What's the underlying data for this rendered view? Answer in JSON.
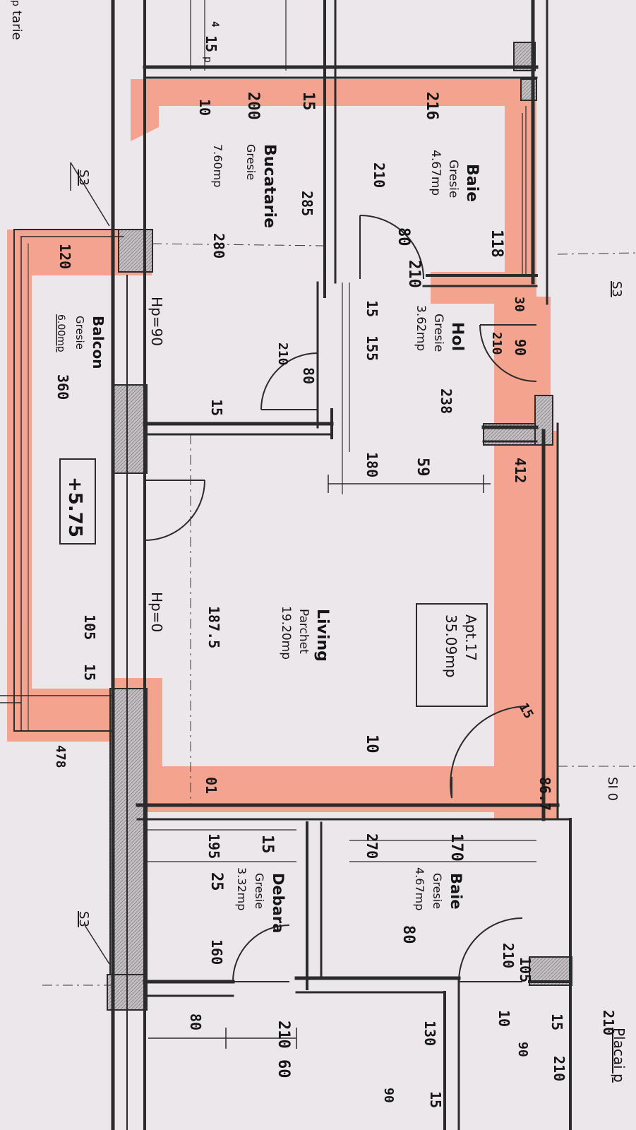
{
  "palette": {
    "paper": "#ece7ea",
    "wall": "#2b2b2b",
    "wall_fill": "#b9b5b8",
    "highlight": "#f49a82",
    "ink": "#151515"
  },
  "plan": {
    "apartment": {
      "name": "Apt.17",
      "area": "35.09mp"
    },
    "level": "+5.75",
    "sections": [
      "S3",
      "S3",
      "S3"
    ],
    "edge_labels": [
      "tarie",
      "p",
      "p",
      "SI 0",
      "Placai p"
    ],
    "rooms": [
      {
        "id": "baie",
        "name": "Baie",
        "finish": "Gresie",
        "area": "4.67mp"
      },
      {
        "id": "bucatarie",
        "name": "Bucatarie",
        "finish": "Gresie",
        "area": "7.60mp"
      },
      {
        "id": "hol",
        "name": "Hol",
        "finish": "Gresie",
        "area": "3.62mp"
      },
      {
        "id": "balcon",
        "name": "Balcon",
        "finish": "Gresie",
        "area": "6.00mp"
      },
      {
        "id": "living",
        "name": "Living",
        "finish": "Parchet",
        "area": "19.20mp"
      },
      {
        "id": "debara",
        "name": "Debara",
        "finish": "Gresie",
        "area": "3.32mp"
      },
      {
        "id": "baie2",
        "name": "Baie",
        "finish": "Gresie",
        "area": "4.67mp"
      }
    ],
    "heights": [
      "Hp=90",
      "Hp=0"
    ],
    "dimensions": [
      "15",
      "200",
      "15",
      "216",
      "10",
      "285",
      "210",
      "118",
      "80",
      "210",
      "120",
      "280",
      "210",
      "80",
      "15",
      "155",
      "238",
      "30",
      "90",
      "210",
      "360",
      "15",
      "180",
      "59",
      "412",
      "187.5",
      "105",
      "15",
      "478",
      "10",
      "01",
      "86.7",
      "15",
      "195",
      "15",
      "270",
      "170",
      "25",
      "160",
      "80",
      "210",
      "105",
      "80",
      "210",
      "60",
      "130",
      "10",
      "15",
      "210",
      "90",
      "210",
      "90",
      "15",
      "4"
    ]
  }
}
